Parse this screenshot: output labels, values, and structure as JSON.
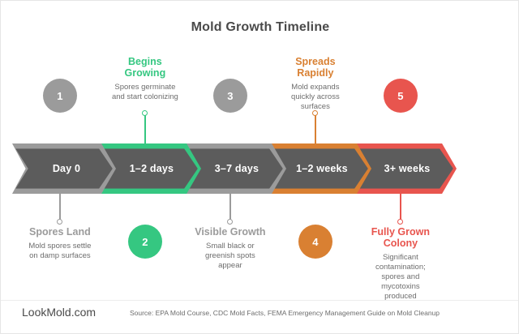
{
  "title": "Mold Growth Timeline",
  "colors": {
    "gray": "#9b9b9b",
    "green": "#35c781",
    "orange": "#d98032",
    "red": "#e8554e",
    "chevron_fill": "#5c5c5c",
    "heading_gray": "#9b9b9b",
    "body_text": "#6d6d6d"
  },
  "stages": [
    {
      "number": "1",
      "band_label": "Day 0",
      "heading": "Spores Land",
      "description": "Mold spores settle\non damp surfaces",
      "color": "#9b9b9b",
      "side": "below"
    },
    {
      "number": "2",
      "band_label": "1–2 days",
      "heading": "Begins\nGrowing",
      "description": "Spores germinate\nand start colonizing",
      "color": "#35c781",
      "side": "above"
    },
    {
      "number": "3",
      "band_label": "3–7 days",
      "heading": "Visible Growth",
      "description": "Small black or\ngreenish spots\nappear",
      "color": "#9b9b9b",
      "side": "below"
    },
    {
      "number": "4",
      "band_label": "1–2 weeks",
      "heading": "Spreads\nRapidly",
      "description": "Mold expands\nquickly across\nsurfaces",
      "color": "#d98032",
      "side": "above"
    },
    {
      "number": "5",
      "band_label": "3+ weeks",
      "heading": "Fully Grown\nColony",
      "description": "Significant\ncontamination;\nspores and\nmycotoxins\nproduced",
      "color": "#e8554e",
      "side": "below"
    }
  ],
  "footer": {
    "brand": "LookMold.com",
    "source": "Source: EPA Mold Course, CDC Mold Facts, FEMA Emergency Management Guide on Mold Cleanup"
  }
}
